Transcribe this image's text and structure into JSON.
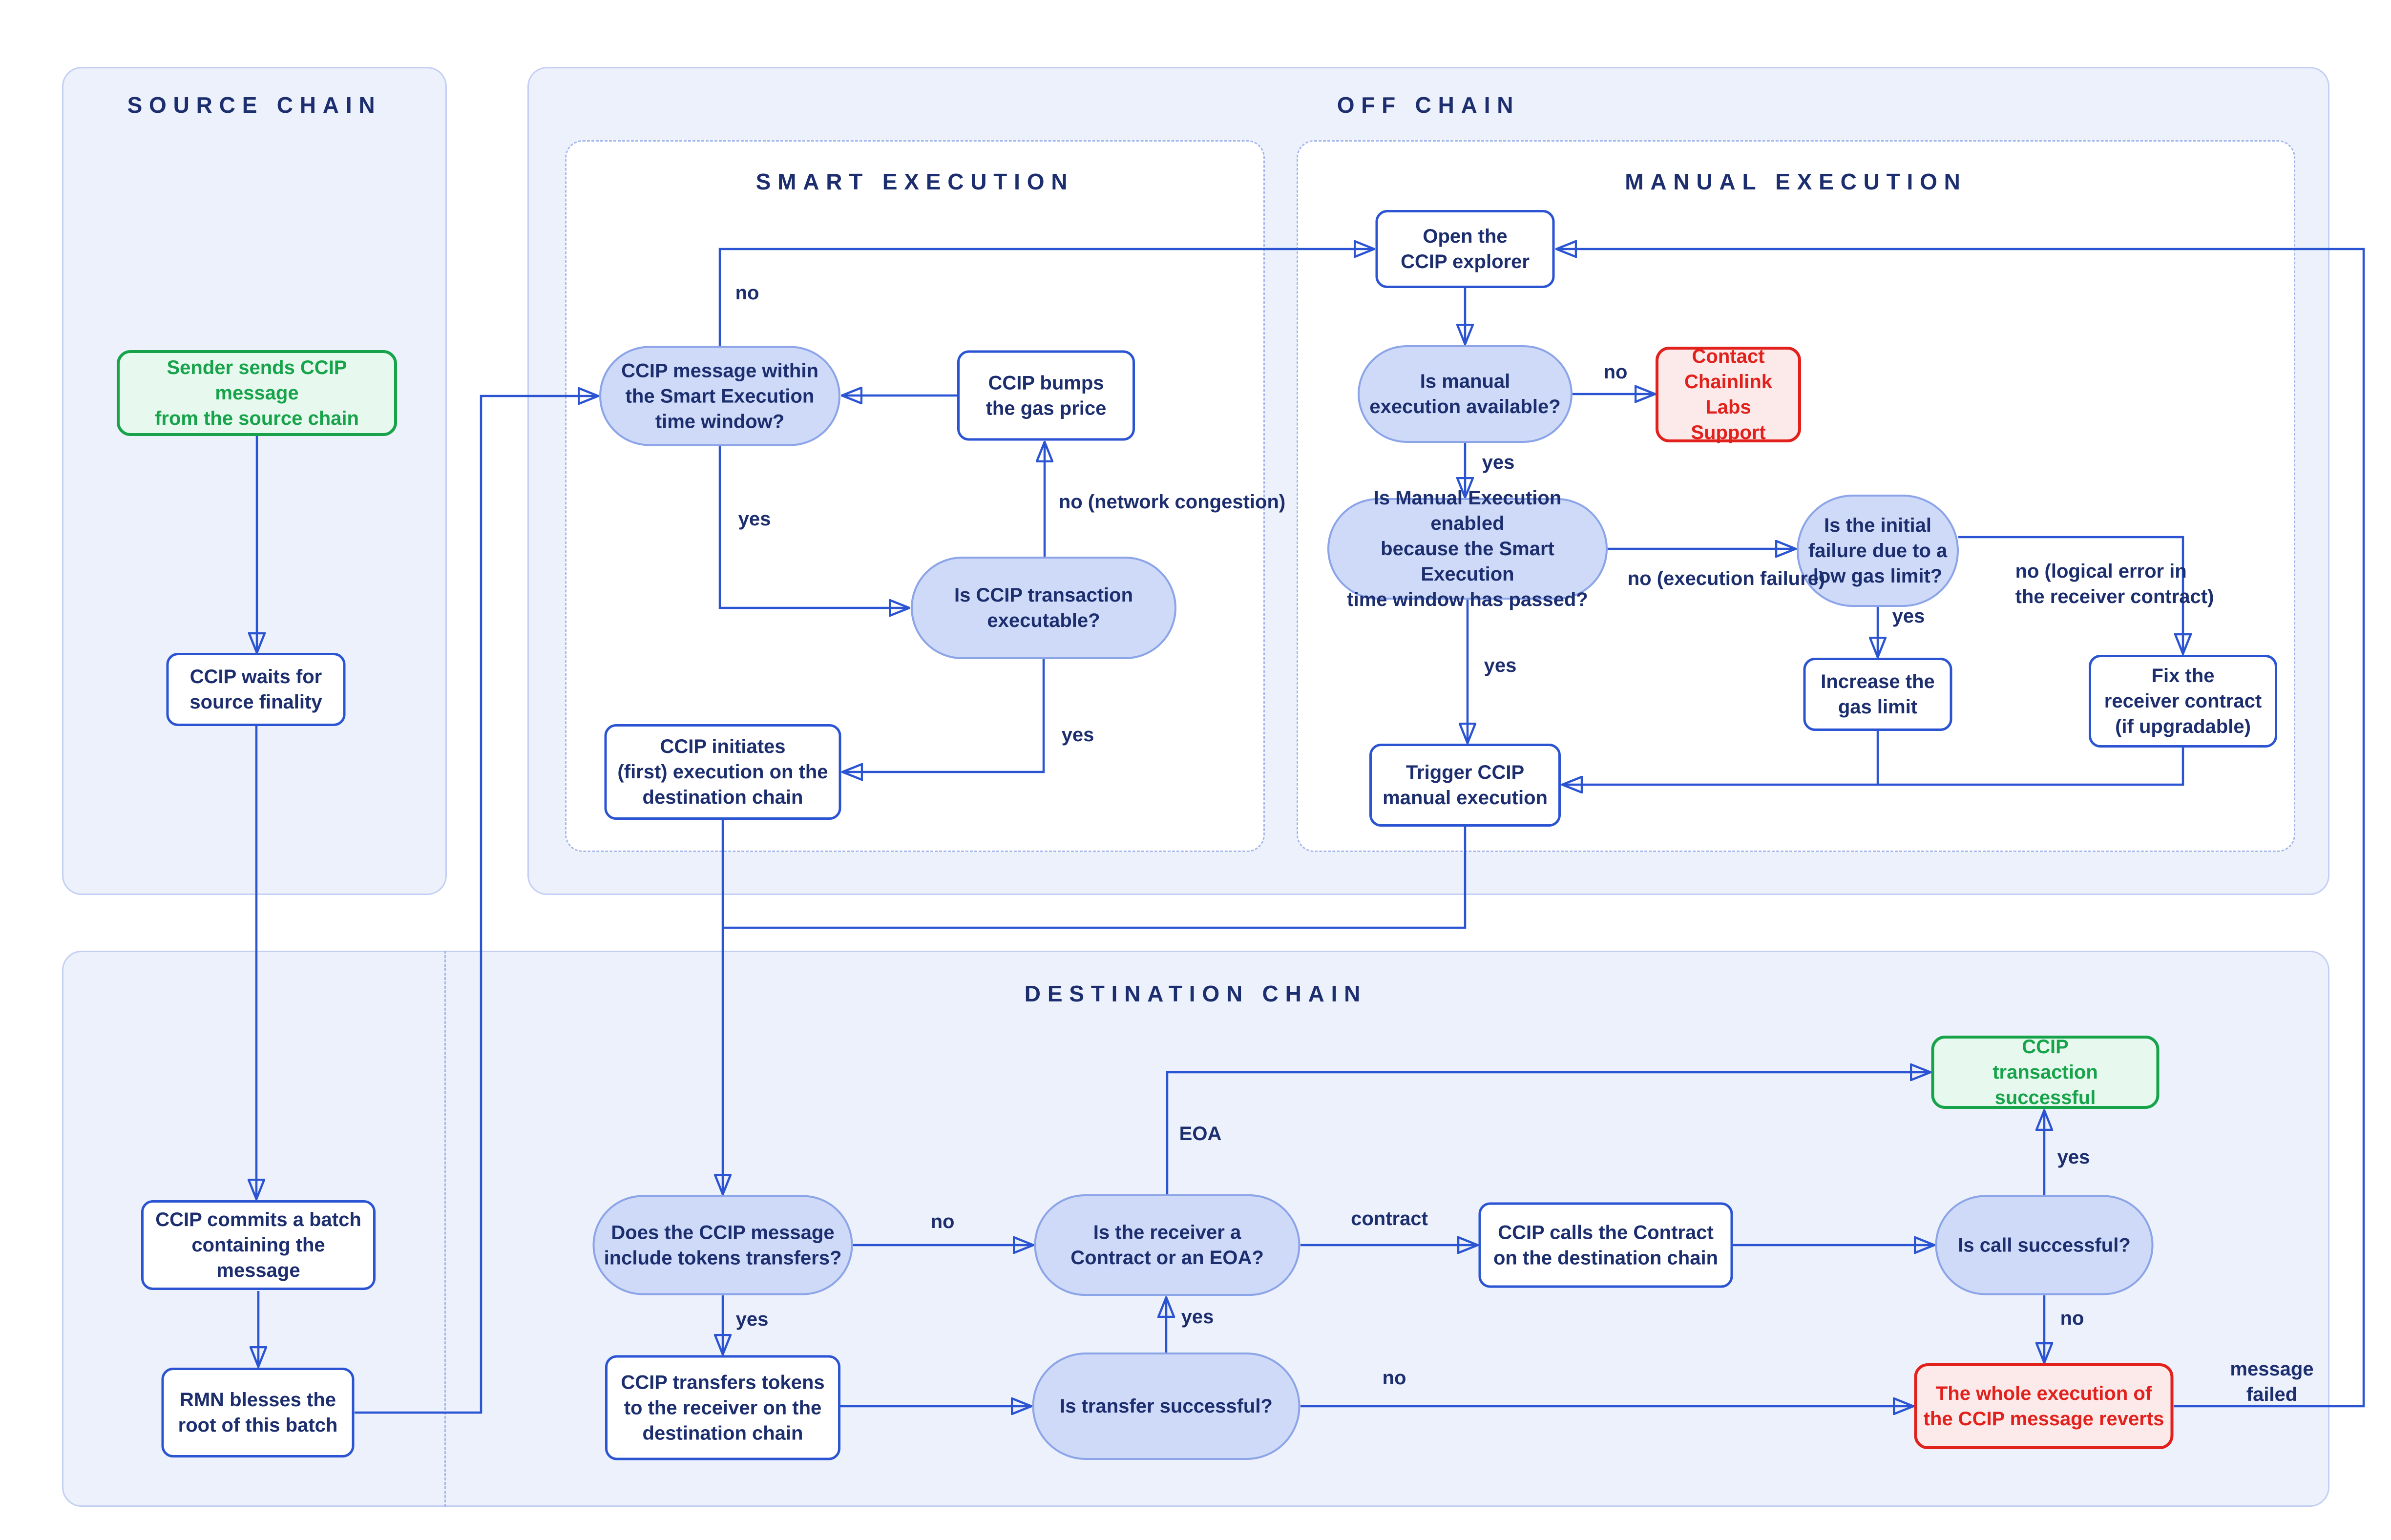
{
  "panels": {
    "source": {
      "title": "SOURCE CHAIN"
    },
    "off_chain": {
      "title": "OFF CHAIN"
    },
    "smart": {
      "title": "SMART EXECUTION"
    },
    "manual": {
      "title": "MANUAL EXECUTION"
    },
    "destination": {
      "title": "DESTINATION CHAIN"
    }
  },
  "nodes": {
    "sender": {
      "text": "Sender sends CCIP message\nfrom the source chain"
    },
    "waits": {
      "text": "CCIP waits for\nsource finality"
    },
    "commits": {
      "text": "CCIP commits a batch\ncontaining the message"
    },
    "rmn": {
      "text": "RMN blesses the\nroot of this batch"
    },
    "smart_window": {
      "text": "CCIP message within\nthe Smart Execution\ntime window?"
    },
    "bumps": {
      "text": "CCIP bumps\nthe gas price"
    },
    "executable": {
      "text": "Is CCIP transaction\nexecutable?"
    },
    "initiates": {
      "text": "CCIP initiates\n(first) execution on the\ndestination chain"
    },
    "explorer": {
      "text": "Open the\nCCIP explorer"
    },
    "available": {
      "text": "Is manual\nexecution available?"
    },
    "contact": {
      "text": "Contact\nChainlink Labs\nSupport"
    },
    "enabled": {
      "text": "Is Manual Execution enabled\nbecause the Smart Execution\ntime window has passed?"
    },
    "gas_limit": {
      "text": "Is the initial\nfailure due to a\nlow gas limit?"
    },
    "increase": {
      "text": "Increase the\ngas limit"
    },
    "fix": {
      "text": "Fix the\nreceiver contract\n(if upgradable)"
    },
    "trigger": {
      "text": "Trigger CCIP\nmanual execution"
    },
    "does_transfers": {
      "text": "Does the CCIP message\ninclude tokens transfers?"
    },
    "transfers": {
      "text": "CCIP transfers tokens\nto the receiver on the\ndestination chain"
    },
    "transfer_ok": {
      "text": "Is transfer successful?"
    },
    "receiver": {
      "text": "Is the receiver a\nContract or an EOA?"
    },
    "calls": {
      "text": "CCIP calls the Contract\non the destination chain"
    },
    "call_ok": {
      "text": "Is call successful?"
    },
    "success": {
      "text": "CCIP\ntransaction successful"
    },
    "reverts": {
      "text": "The whole execution of\nthe CCIP message reverts"
    }
  },
  "labels": {
    "smart_no": "no",
    "smart_yes": "yes",
    "congestion_no": "no (network congestion)",
    "executable_yes": "yes",
    "available_no": "no",
    "available_yes": "yes",
    "exec_failure_no": "no (execution failure)",
    "enabled_yes": "yes",
    "gas_yes": "yes",
    "logical_no": "no (logical error in\nthe receiver contract)",
    "tokens_no": "no",
    "tokens_yes": "yes",
    "transfer_yes": "yes",
    "transfer_no": "no",
    "eoa": "EOA",
    "contract": "contract",
    "call_yes": "yes",
    "call_no": "no",
    "message_failed": "message failed"
  },
  "colors": {
    "line_blue": "#2B54D3",
    "navy_text": "#1C2E6E",
    "pill_fill": "#CEDAF8",
    "pill_border": "#8CA4E8",
    "panel_fill": "#EDF1FC",
    "panel_border": "#C3CFF3",
    "dashed_border": "#A5B8EE",
    "success_green": "#16A34A",
    "success_fill": "#E7F9EE",
    "error_red": "#E2211C",
    "error_fill": "#FCEAEA"
  }
}
